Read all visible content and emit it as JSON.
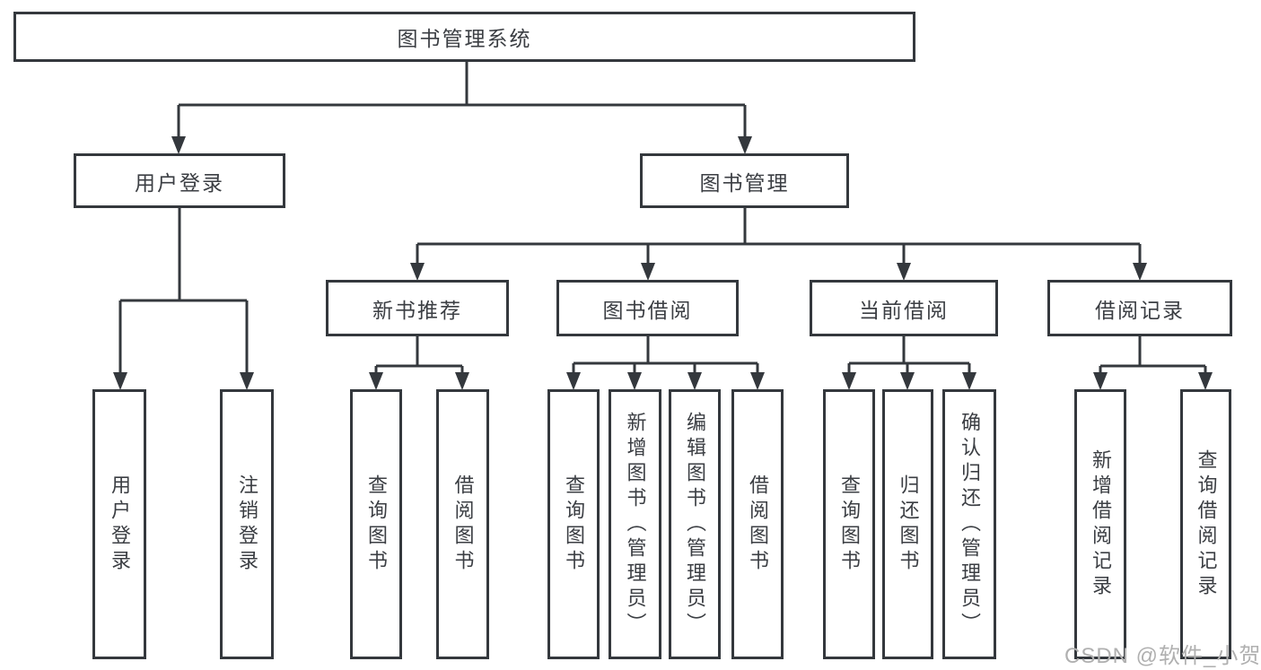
{
  "diagram": {
    "nodes": {
      "root": "图书管理系统",
      "user_login": "用户登录",
      "book_management": "图书管理",
      "new_book_recommend": "新书推荐",
      "book_borrowing": "图书借阅",
      "current_borrowing": "当前借阅",
      "borrow_records": "借阅记录",
      "user_login_leaf": "用户登录",
      "logout_leaf": "注销登录",
      "recommend_query_books": "查询图书",
      "recommend_borrow_books": "借阅图书",
      "borrowing_query_books": "查询图书",
      "borrowing_add_books_admin": "新增图书（管理员）",
      "borrowing_edit_books_admin": "编辑图书（管理员）",
      "borrowing_borrow_books": "借阅图书",
      "current_query_books": "查询图书",
      "current_return_books": "归还图书",
      "current_confirm_return_admin": "确认归还（管理员）",
      "records_add_record": "新增借阅记录",
      "records_query_record": "查询借阅记录"
    }
  },
  "watermark": "CSDN @软件_小贺同学",
  "colors": {
    "line": "#34383d",
    "text": "#3b3e43",
    "watermark": "#b0b0b0",
    "background": "#ffffff"
  }
}
